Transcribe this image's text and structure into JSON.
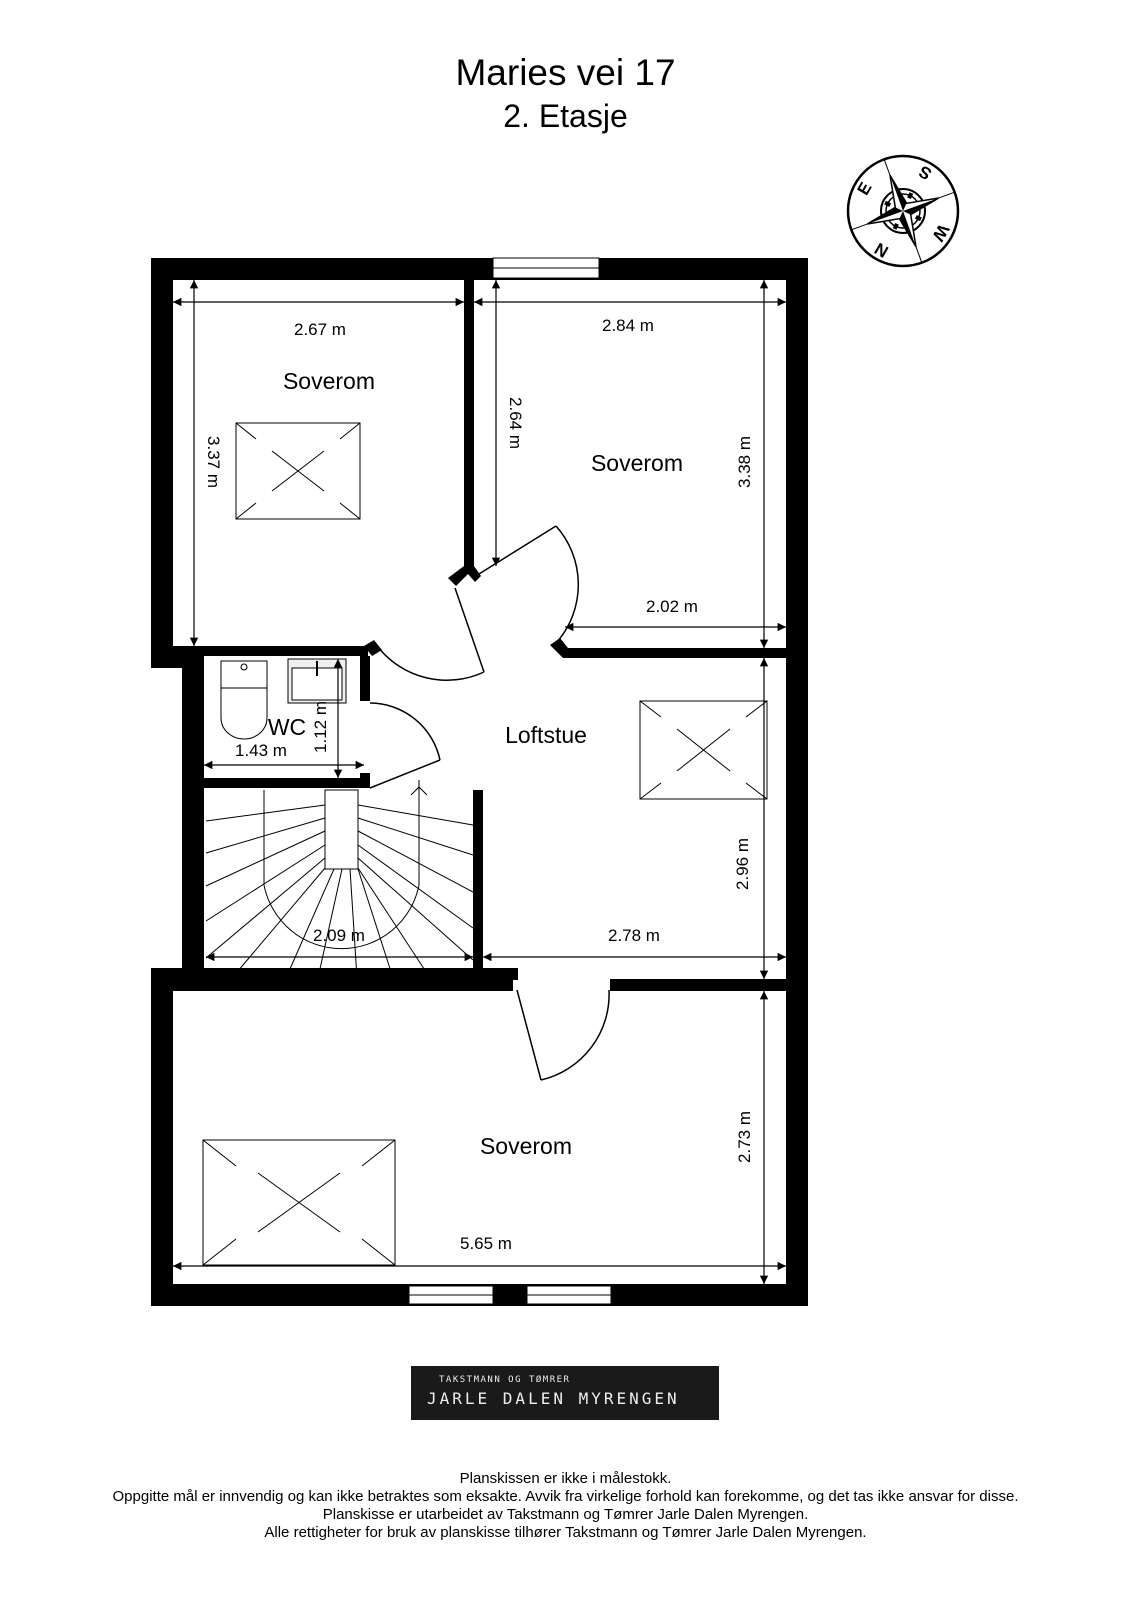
{
  "header": {
    "address": "Maries vei 17",
    "floor": "2. Etasje"
  },
  "compass": {
    "letters": [
      "N",
      "E",
      "S",
      "W"
    ],
    "letter_display": [
      "N",
      "E",
      "S",
      "W"
    ]
  },
  "rooms": [
    {
      "id": "soverom-1",
      "name": "Soverom",
      "width": "2.67 m",
      "depth": "3.37 m"
    },
    {
      "id": "soverom-2",
      "name": "Soverom",
      "width": "2.84 m",
      "depth": "3.38 m",
      "inner_width": "2.02 m",
      "inner_depth": "2.64 m"
    },
    {
      "id": "wc",
      "name": "WC",
      "width": "1.43 m",
      "depth": "1.12 m"
    },
    {
      "id": "loftstue",
      "name": "Loftstue",
      "width": "2.78 m",
      "depth": "2.96 m"
    },
    {
      "id": "stairs",
      "name": "",
      "width": "2.09 m"
    },
    {
      "id": "soverom-3",
      "name": "Soverom",
      "width": "5.65 m",
      "depth": "2.73 m"
    }
  ],
  "logo": {
    "line1": "TAKSTMANN OG TØMRER",
    "line2": "JARLE DALEN MYRENGEN"
  },
  "footer": {
    "lines": [
      "Planskissen er ikke i målestokk.",
      "Oppgitte mål er innvendig og kan ikke betraktes som eksakte. Avvik fra virkelige forhold kan forekomme, og det tas ikke ansvar for disse.",
      "Planskisse er utarbeidet av Takstmann og Tømrer Jarle Dalen Myrengen.",
      "Alle rettigheter for bruk av planskisse tilhører Takstmann og Tømrer Jarle Dalen Myrengen."
    ]
  }
}
